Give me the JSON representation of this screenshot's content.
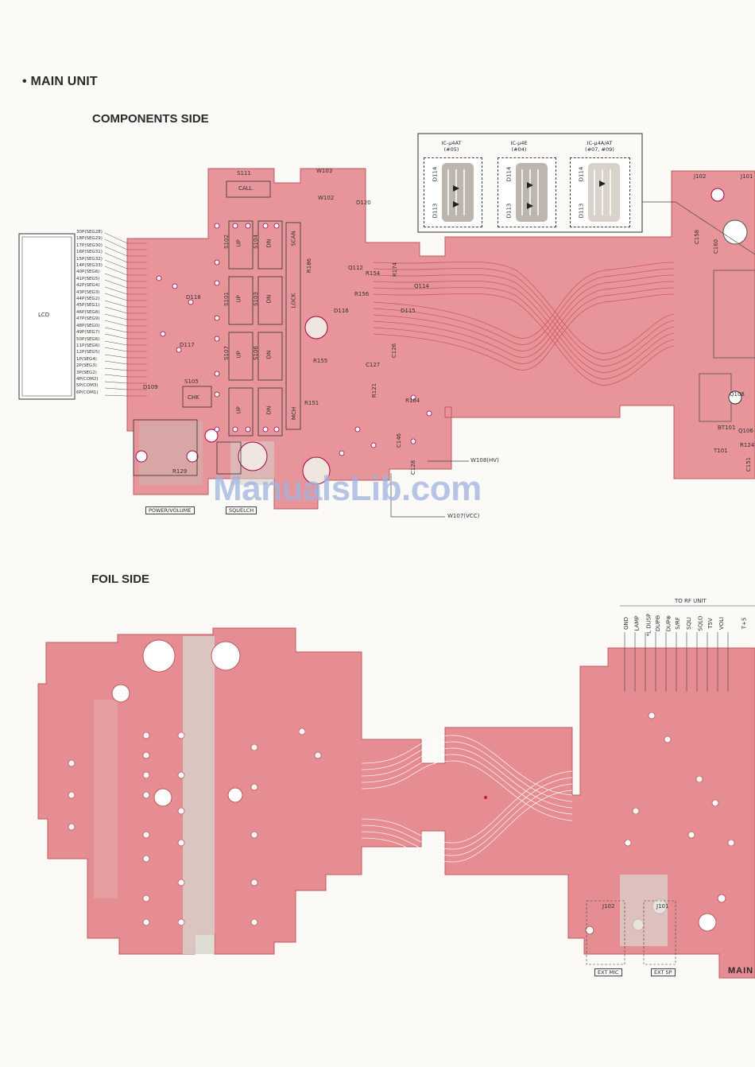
{
  "title": "• MAIN UNIT",
  "components_side": {
    "title": "COMPONENTS SIDE",
    "lcd_label": "LCD",
    "lcd_pins": [
      "30P(SEG28)",
      "18P(SEG29)",
      "17P(SEG30)",
      "16P(SEG31)",
      "15P(SEG32)",
      "14P(SEG33)",
      "40P(SEG6)",
      "41P(SEG5)",
      "42P(SEG4)",
      "43P(SEG3)",
      "44P(SEG2)",
      "45P(SEG1)",
      "46P(SEG8)",
      "47P(SEG9)",
      "48P(SEG0)",
      "49P(SEG7)",
      "50P(SEG6)",
      "11P(SEG6)",
      "12P(SEG5)",
      "1P(SEG4)",
      "2P(SEG3)",
      "3P(SEG2)",
      "4P(COM2)",
      "5P(COM3)",
      "6P(COM1)"
    ],
    "ic_variants": [
      {
        "label": "IC-μ4AT\n(#05)",
        "d_top": "D114",
        "d_bottom": "D113"
      },
      {
        "label": "IC-μ4E\n(#04)",
        "d_top": "D114",
        "d_bottom": "D113"
      },
      {
        "label": "IC-μ4A/AT\n(#07, #09)",
        "d_top": "D114",
        "d_bottom": "D113"
      }
    ],
    "switch_labels": [
      "UP",
      "DN",
      "UP",
      "DN",
      "UP",
      "DN",
      "UP",
      "DN"
    ],
    "part_labels": {
      "s111": "S111",
      "call": "CALL",
      "w103": "W103",
      "w102": "W102",
      "d120": "D120",
      "s102": "S102",
      "s104": "S104",
      "s101": "S101",
      "s103": "S103",
      "s107": "S107",
      "s105": "S105",
      "chk": "CHK",
      "s106": "S106",
      "d118": "D118",
      "d117": "D117",
      "d109": "D109",
      "r129": "R129",
      "r186": "R186",
      "q112": "Q112",
      "r154": "R154",
      "r174": "R174",
      "q114": "Q114",
      "r156": "R156",
      "d116": "D116",
      "d115": "D115",
      "r155": "R155",
      "c127": "C127",
      "c126": "C126",
      "r121": "R121",
      "r164": "R164",
      "r151": "R151",
      "c146": "C146",
      "c128": "C128",
      "lock": "LOCK",
      "scan": "SCAN",
      "mch": "MCH",
      "j102": "J102",
      "j101": "J101",
      "c158": "C158",
      "c160": "C160",
      "q108": "Q108",
      "q106": "Q106",
      "bt101": "BT101",
      "t101": "T101",
      "r124": "R124",
      "c151": "C151"
    },
    "w108": "W108(HV)",
    "w107": "W107(VCC)",
    "power_volume": "POWER/VOLUME",
    "squelch": "SQUELCH"
  },
  "foil_side": {
    "title": "FOIL SIDE",
    "to_rf_unit": "TO RF UNIT",
    "rf_pins": [
      "GND",
      "LAMP",
      "*L DUSP",
      "DUPΘ",
      "DUP⊕",
      "S/RF",
      "SQLI",
      "SQLO",
      "T5V",
      "VOLI",
      "T+5"
    ],
    "ext_mic": "EXT MIC",
    "ext_sp": "EXT SP",
    "j102": "J102",
    "j101": "J101",
    "main": "MAIN"
  },
  "watermark": "ManualsLib.com",
  "colors": {
    "board": "#e4888c",
    "board_light": "#f1b9ba",
    "trace": "#cf5a61",
    "copper_pale": "#ddd6cf"
  }
}
